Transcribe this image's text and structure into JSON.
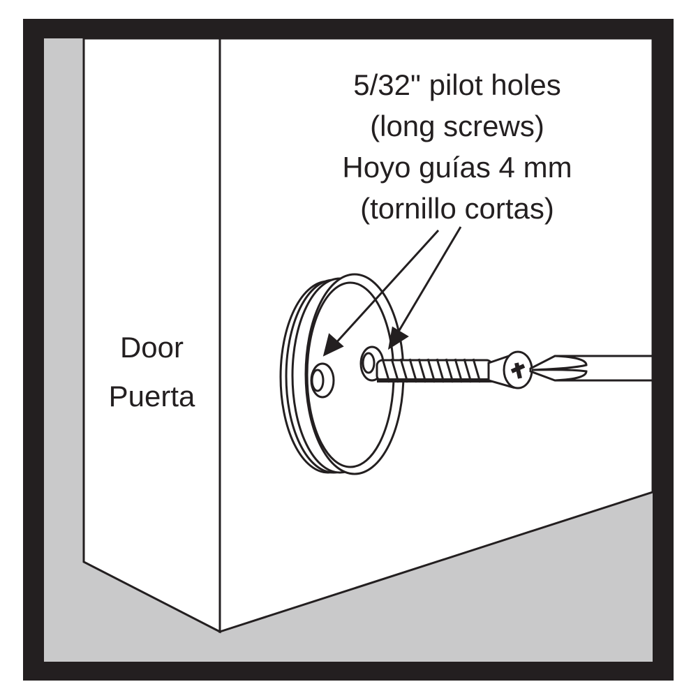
{
  "callout": {
    "lines": [
      "5/32\" pilot holes",
      "(long screws)",
      "Hoyo guías 4 mm",
      "(tornillo cortas)"
    ]
  },
  "door": {
    "lines": [
      "Door",
      "Puerta"
    ]
  },
  "colors": {
    "frame": "#231f20",
    "floor": "#c9c9ca",
    "door": "#ffffff"
  }
}
